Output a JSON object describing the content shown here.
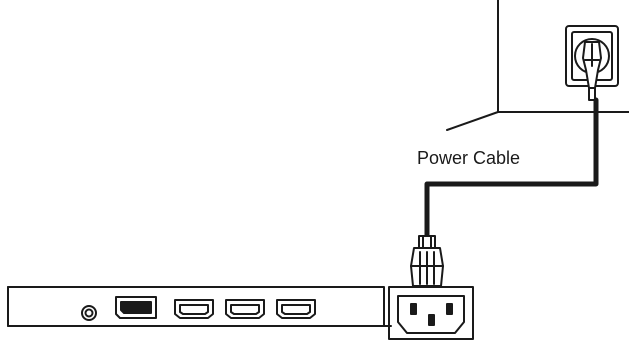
{
  "labels": {
    "power_cable": "Power Cable"
  },
  "colors": {
    "line": "#1a1a1a",
    "background": "#ffffff"
  },
  "components": {
    "wall": "wall-corner",
    "outlet": "wall-socket",
    "plug": "power-plug",
    "cable": "power-cable",
    "connector": "iec-connector",
    "monitor_ports": [
      "audio-jack",
      "displayport",
      "hdmi",
      "hdmi",
      "hdmi",
      "ac-power-inlet"
    ]
  }
}
